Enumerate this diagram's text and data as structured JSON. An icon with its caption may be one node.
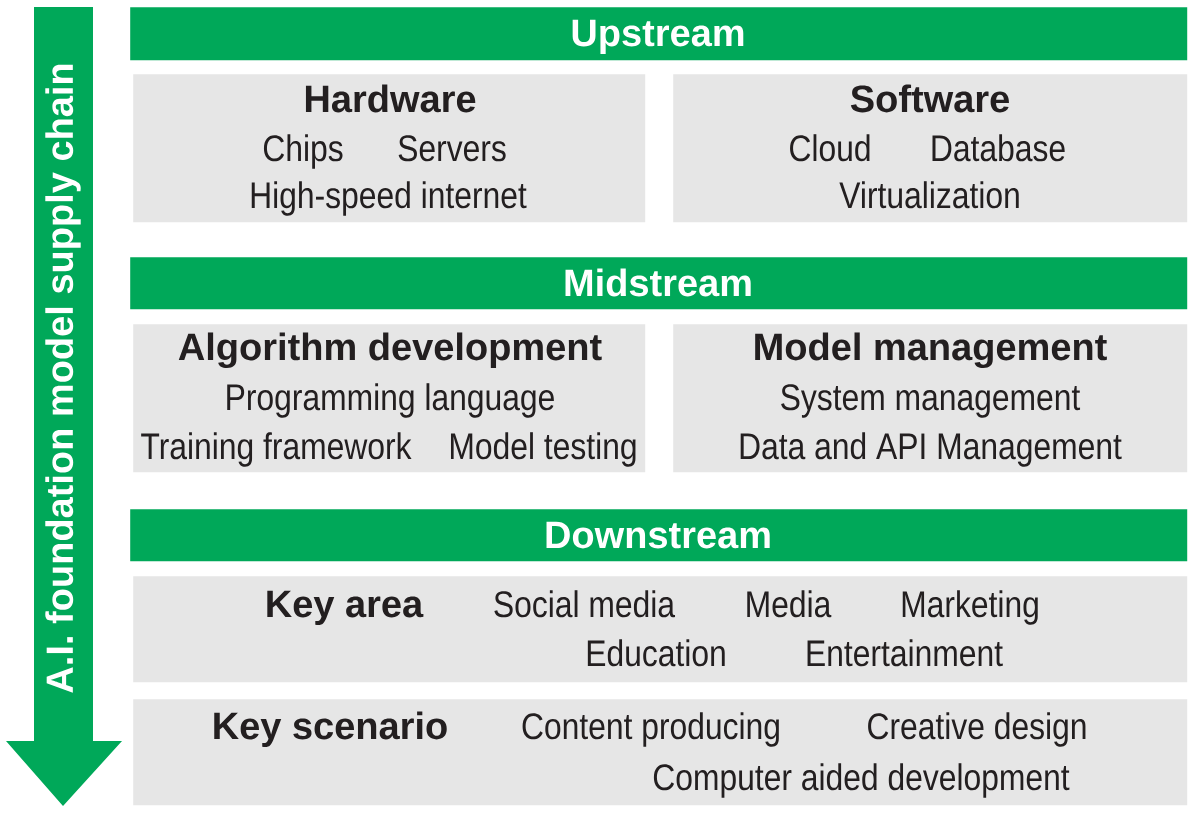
{
  "diagram": {
    "nodes": [
      {
        "text": [
          "A.I. foundation model supply chain"
        ]
      },
      {
        "text": [
          "Upstream"
        ]
      },
      {
        "text": [
          "Hardware",
          "Chips",
          "Servers",
          "High-speed internet"
        ]
      },
      {
        "text": [
          "Software",
          "Cloud",
          "Database",
          "Virtualization"
        ]
      },
      {
        "text": [
          "Midstream"
        ]
      },
      {
        "text": [
          "Algorithm development",
          "Programming language",
          "Training framework",
          "Model testing"
        ]
      },
      {
        "text": [
          "Model management",
          "System management",
          "Data and API Management"
        ]
      },
      {
        "text": [
          "Downstream"
        ]
      },
      {
        "text": [
          "Key area",
          "Social media",
          "Media",
          "Marketing",
          "Education",
          "Entertainment"
        ]
      },
      {
        "text": [
          "Key scenario",
          "Content producing",
          "Creative design",
          "Computer aided development"
        ]
      }
    ]
  }
}
